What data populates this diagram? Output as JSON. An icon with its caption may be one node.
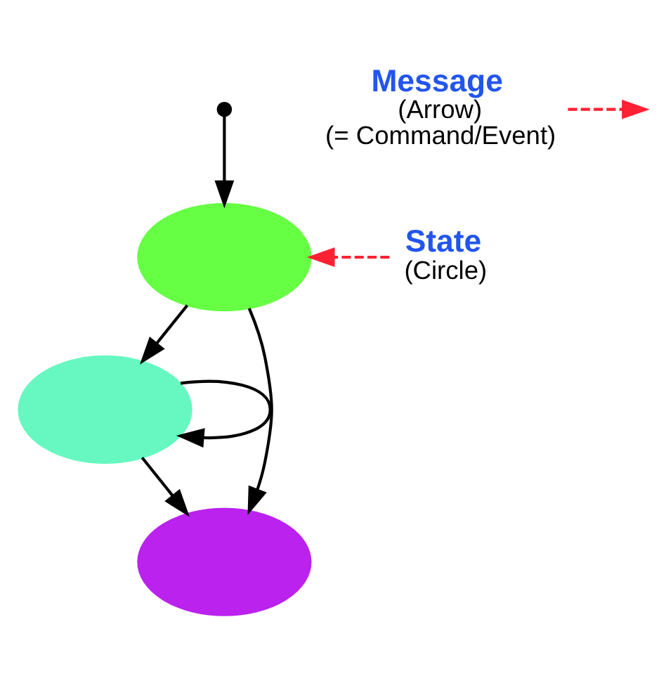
{
  "diagram": {
    "nodes": [
      {
        "text": [],
        "shape": "dot"
      },
      {
        "text": [],
        "shape": "circle"
      },
      {
        "text": [],
        "shape": "circle"
      },
      {
        "text": [],
        "shape": "circle"
      },
      {
        "text": [
          "State",
          "(Circle)"
        ]
      },
      {
        "text": [
          "Message",
          "(Arrow)",
          "(= Command/Event)"
        ]
      }
    ],
    "edges": [
      {
        "from": 0,
        "to": 1,
        "arrow": "to"
      },
      {
        "from": 1,
        "to": 2,
        "arrow": "to"
      },
      {
        "from": 2,
        "to": 2,
        "arrow": "to"
      },
      {
        "from": 2,
        "to": 3,
        "arrow": "to"
      },
      {
        "from": 1,
        "to": 3,
        "arrow": "to"
      },
      {
        "from": 4,
        "to": 1,
        "arrow": "to",
        "style": "dashed",
        "color": "#ff2233"
      },
      {
        "from": 5,
        "to": null,
        "arrow": "to",
        "style": "dashed",
        "color": "#ff2233"
      }
    ]
  }
}
